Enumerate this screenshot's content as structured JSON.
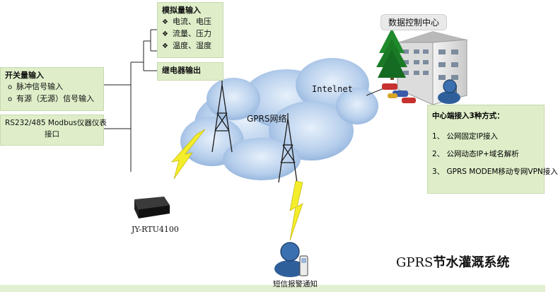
{
  "analog_box": {
    "title": "模拟量输入",
    "items": [
      "电流、电压",
      "流量、压力",
      "温度、湿度"
    ],
    "bullet": "❖"
  },
  "relay_box": {
    "title": "继电器输出"
  },
  "switch_box": {
    "title": "开关量输入",
    "items": [
      "脉冲信号输入",
      "有源（无源）信号输入"
    ],
    "bullet": "o"
  },
  "rs_box": {
    "line1": "RS232/485 Modbus仪器仪表",
    "line2": "接口"
  },
  "cloud": {
    "gprs_label": "GPRS网络",
    "internet_label": "Intelnet"
  },
  "data_center": {
    "label": "数据控制中心"
  },
  "center_panel": {
    "title": "中心端接入3种方式：",
    "options": [
      "1、 公网固定IP接入",
      "2、 公网动态IP+域名解析",
      "3、 GPRS MODEM移动专网VPN接入"
    ]
  },
  "device": {
    "label": "JY-RTU4100"
  },
  "sms": {
    "label": "短信报警通知"
  },
  "system_title": {
    "prefix": "GPRS",
    "suffix": "节水灌溉系统"
  },
  "colors": {
    "panel": "#dfeec9",
    "cloud": "#a9c4e6",
    "lightning": "#f4ee2a",
    "footer": "#e2efd2"
  }
}
